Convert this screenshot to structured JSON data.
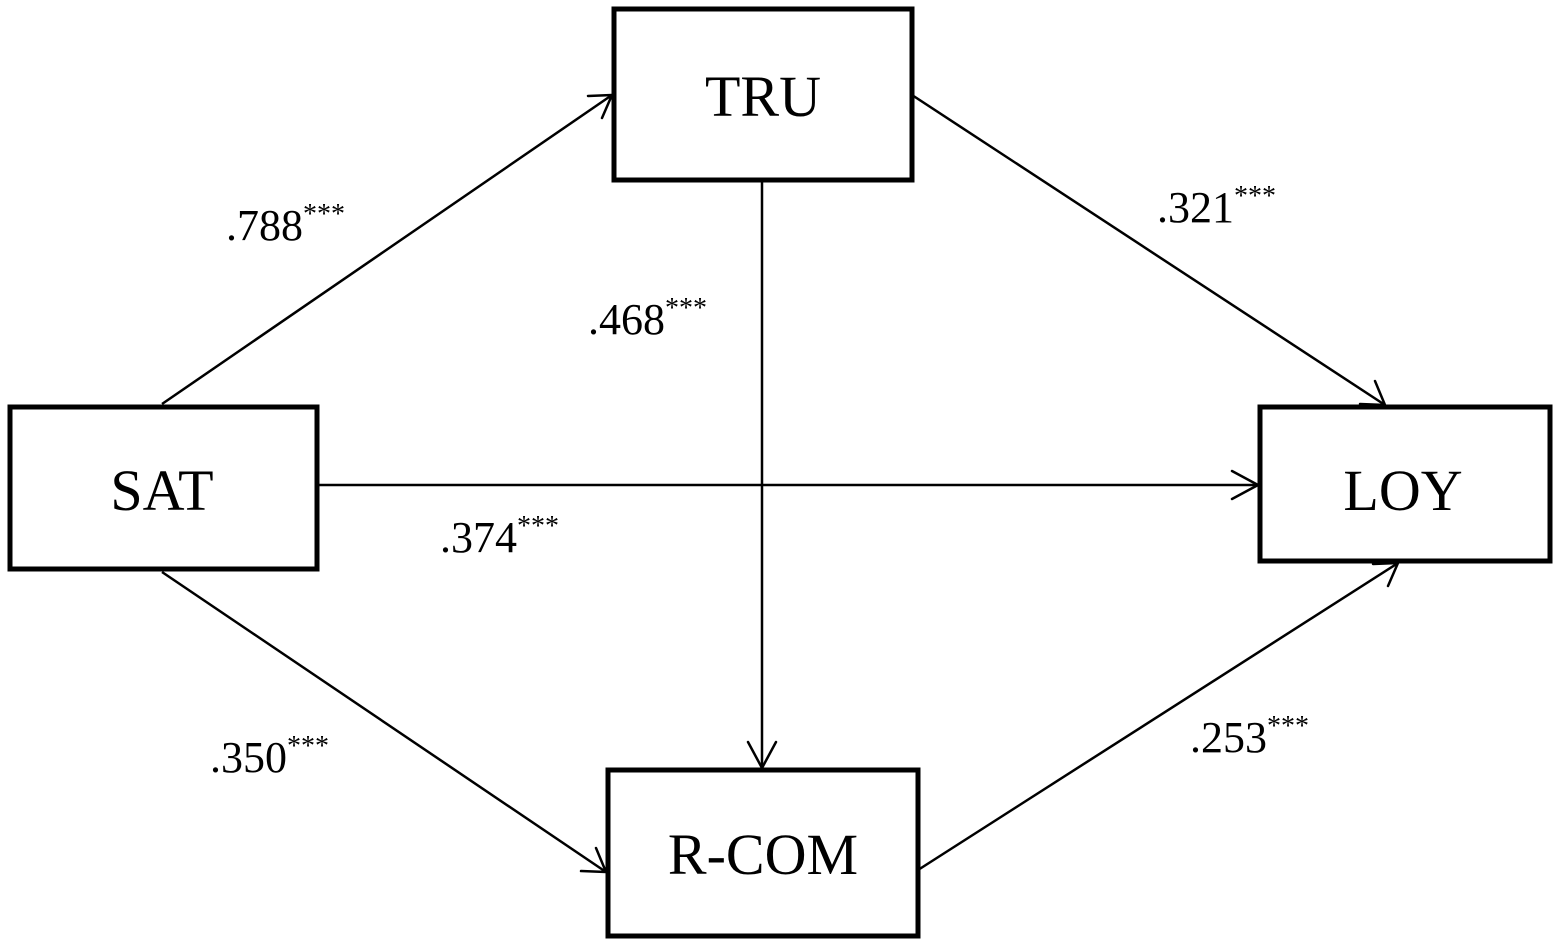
{
  "nodes": {
    "sat": {
      "label": "SAT"
    },
    "tru": {
      "label": "TRU"
    },
    "loy": {
      "label": "LOY"
    },
    "rcom": {
      "label": "R-COM"
    }
  },
  "paths": {
    "sat_tru": {
      "coefficient": ".788",
      "significance": "***"
    },
    "tru_loy": {
      "coefficient": ".321",
      "significance": "***"
    },
    "tru_rcom": {
      "coefficient": ".468",
      "significance": "***"
    },
    "sat_loy": {
      "coefficient": ".374",
      "significance": "***"
    },
    "sat_rcom": {
      "coefficient": ".350",
      "significance": "***"
    },
    "rcom_loy": {
      "coefficient": ".253",
      "significance": "***"
    }
  },
  "colors": {
    "stroke": "#000000",
    "background": "#ffffff"
  }
}
